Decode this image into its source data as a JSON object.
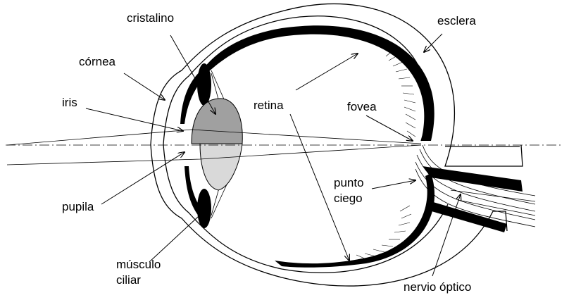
{
  "labels": {
    "cristalino": "cristalino",
    "cornea": "córnea",
    "iris": "iris",
    "pupila": "pupila",
    "musculo_l1": "músculo",
    "musculo_l2": "ciliar",
    "retina": "retina",
    "fovea": "fovea",
    "esclera": "esclera",
    "punto_l1": "punto",
    "punto_l2": "ciego",
    "nervio": "nervio óptico"
  },
  "colors": {
    "line": "#000000",
    "lens_upper": "#a0a0a0",
    "lens_lower": "#d9d9d9",
    "background": "#ffffff"
  }
}
